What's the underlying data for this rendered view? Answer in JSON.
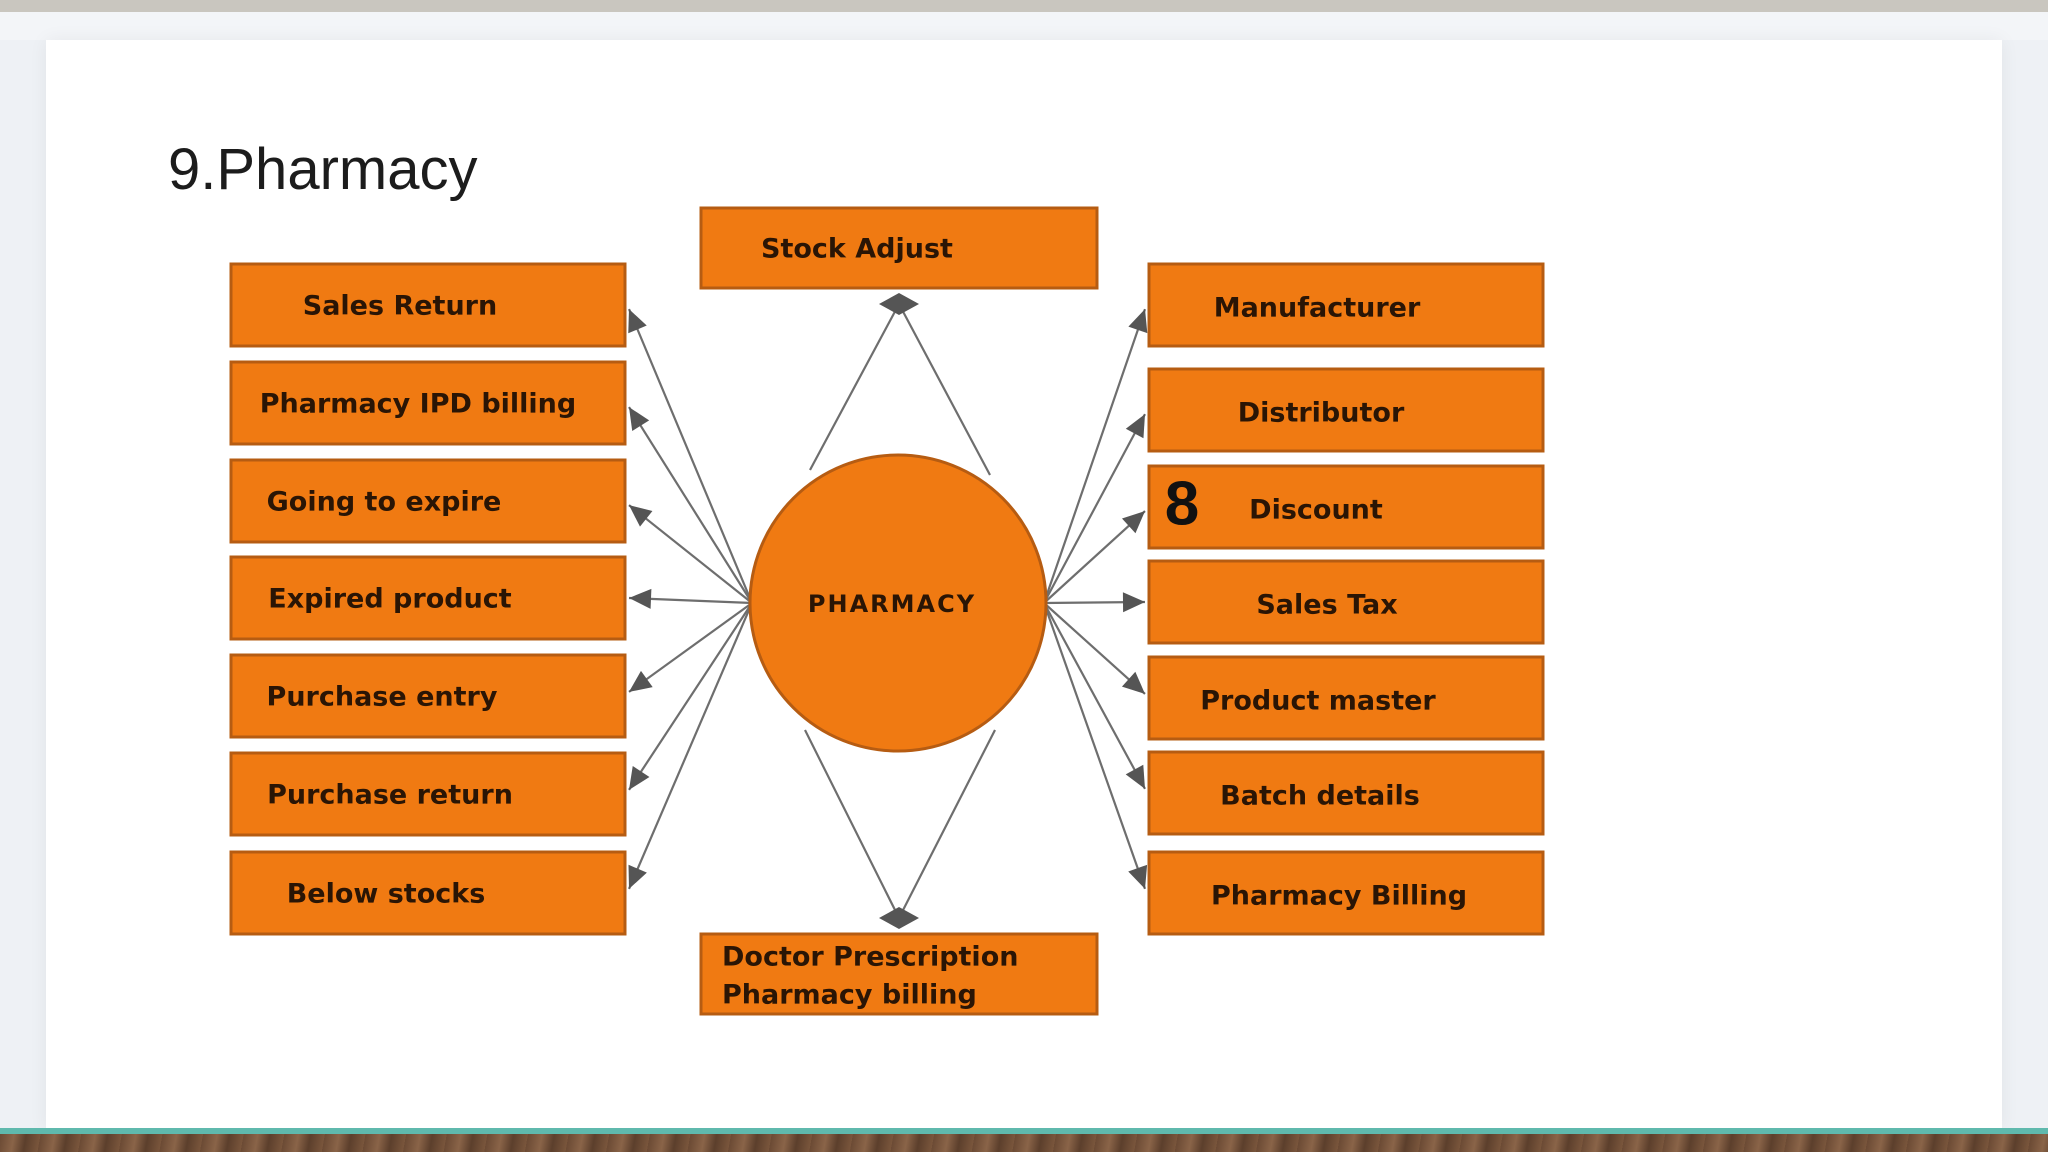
{
  "slide": {
    "title": "9.Pharmacy"
  },
  "diagram": {
    "hub": "PHARMACY",
    "badge": "8",
    "top_node": "Stock Adjust",
    "bottom_node": [
      "Doctor Prescription",
      "Pharmacy billing"
    ],
    "left_nodes": [
      "Sales Return",
      "Pharmacy IPD billing",
      "Going to expire",
      "Expired product",
      "Purchase entry",
      "Purchase return",
      "Below stocks"
    ],
    "right_nodes": [
      "Manufacturer",
      "Distributor",
      "Discount",
      "Sales Tax",
      "Product master",
      "Batch details",
      "Pharmacy Billing"
    ],
    "colors": {
      "node_fill": "#f07a12",
      "node_border": "#b65c12",
      "hub_fill": "#f07a12",
      "connector": "#6e6e6e"
    }
  }
}
